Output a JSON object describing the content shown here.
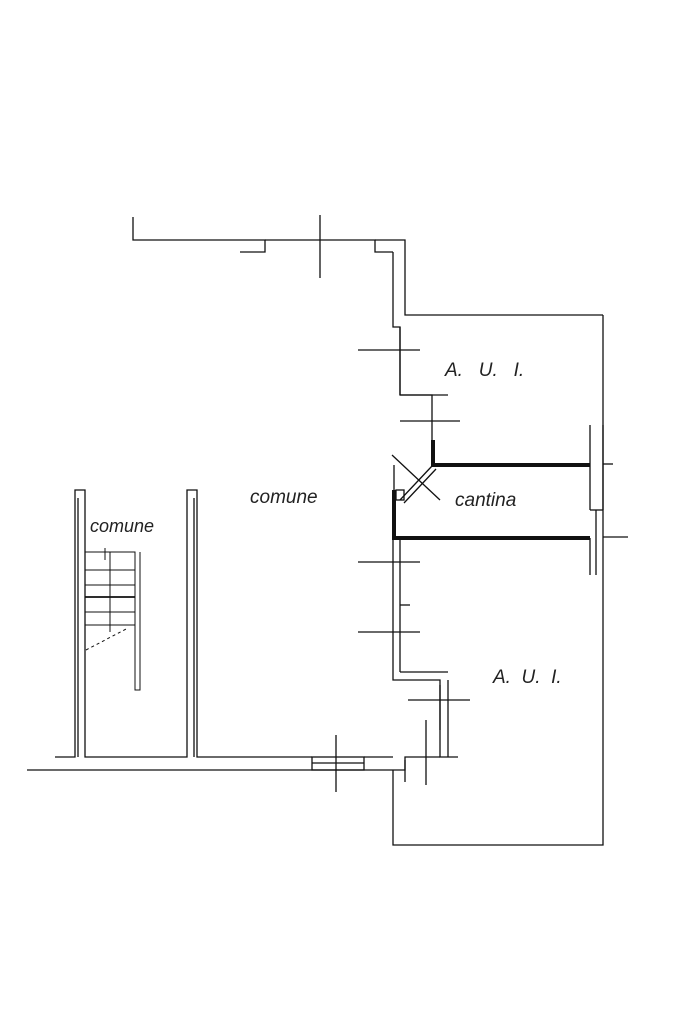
{
  "labels": {
    "aui_top": "A.   U.   I.",
    "comune_main": "comune",
    "cantina": "cantina",
    "comune_stair": "comune",
    "aui_bottom": "A.  U.  I."
  },
  "colors": {
    "line": "#111111",
    "background": "#ffffff"
  }
}
